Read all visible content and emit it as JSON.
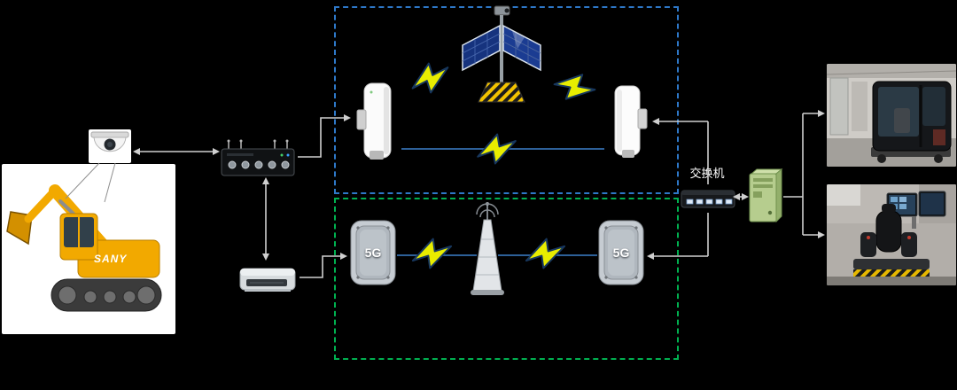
{
  "diagram": {
    "background": "#000000",
    "labels": {
      "switch": "交换机",
      "fiveg_left": "5G",
      "fiveg_right": "5G",
      "excavator_brand": "SANY"
    },
    "zones": [
      {
        "name": "wireless-bridge-link-zone",
        "border_color": "#2E78C8",
        "border_style": "dashed"
      },
      {
        "name": "5g-cellular-link-zone",
        "border_color": "#00B050",
        "border_style": "dashed"
      }
    ],
    "nodes": [
      {
        "name": "excavator-photo"
      },
      {
        "name": "dome-camera"
      },
      {
        "name": "video-encoder"
      },
      {
        "name": "control-module"
      },
      {
        "name": "wireless-bridge-left"
      },
      {
        "name": "solar-powered-camera-mast"
      },
      {
        "name": "wireless-bridge-right"
      },
      {
        "name": "5g-cpe-left"
      },
      {
        "name": "cellular-base-station"
      },
      {
        "name": "5g-cpe-right"
      },
      {
        "name": "network-switch"
      },
      {
        "name": "server-tower"
      },
      {
        "name": "excavator-cab-photo"
      },
      {
        "name": "remote-operator-station-photo"
      }
    ],
    "link_colors": {
      "wireless_link_line": "#2D6098",
      "arrow": "#CFCFCF",
      "lightning_fill": "#E8ED00",
      "lightning_outline": "#17375E"
    }
  }
}
